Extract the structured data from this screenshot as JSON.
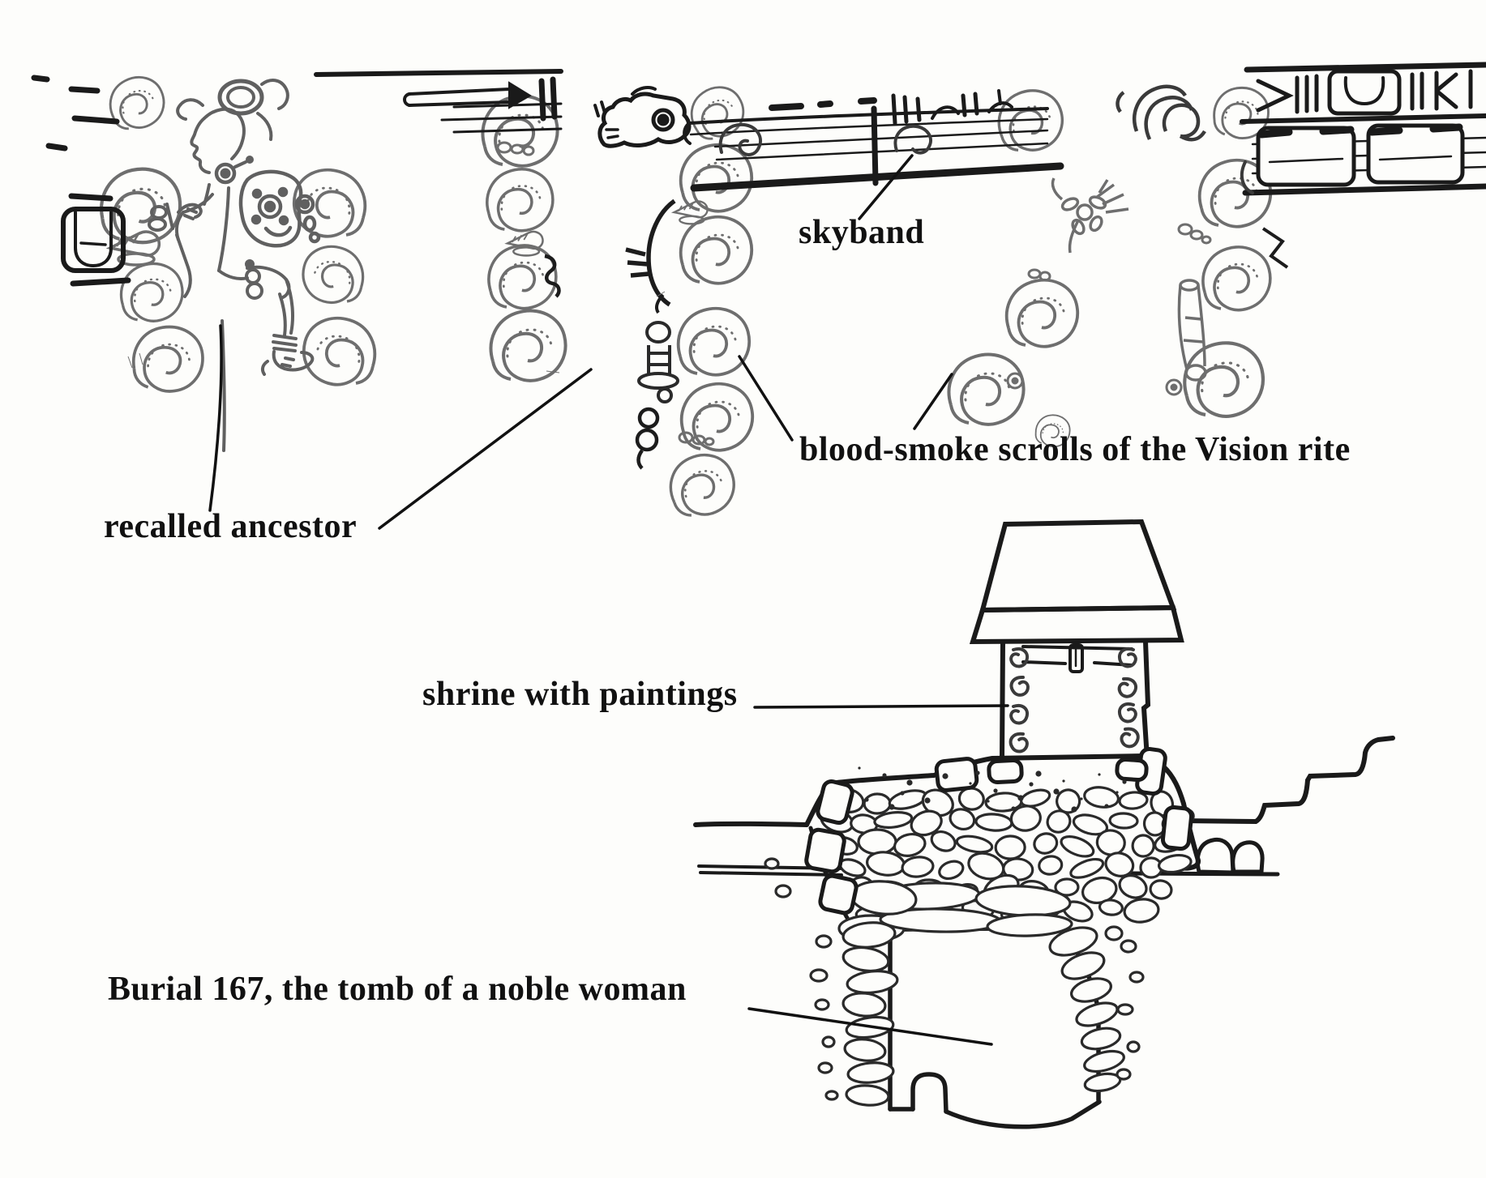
{
  "figure": {
    "type": "archaeological-line-drawing",
    "labels": {
      "skyband": "skyband",
      "blood_smoke": "blood-smoke scrolls of the Vision rite",
      "recalled_ancestor": "recalled ancestor",
      "shrine": "shrine with paintings",
      "burial": "Burial 167, the tomb of a noble woman"
    },
    "colors": {
      "paper": "#fdfdfb",
      "ink": "#1a1a1a",
      "scroll_gray": "#6e6e6e",
      "label_text": "#111111"
    }
  }
}
